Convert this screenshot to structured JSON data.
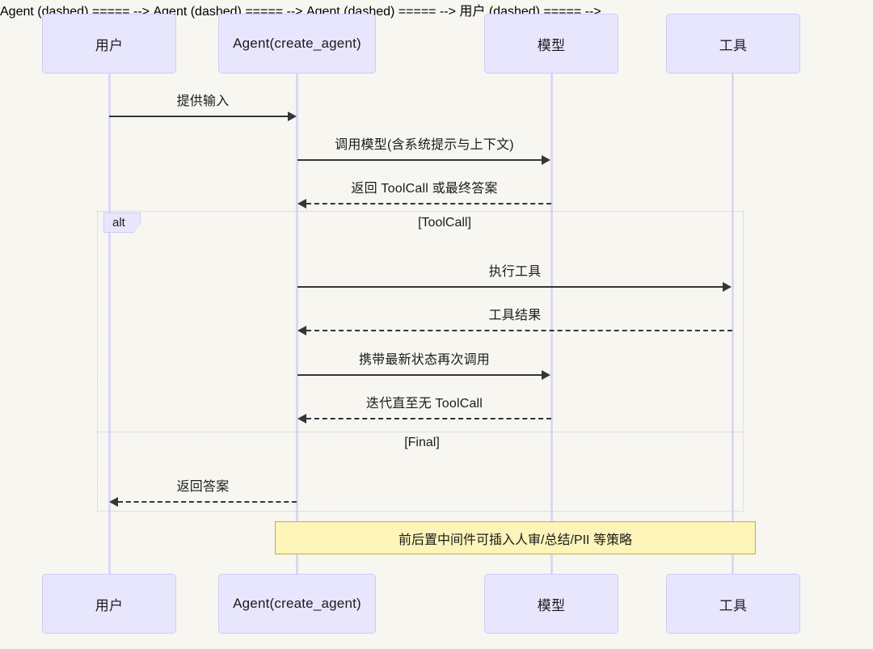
{
  "diagram": {
    "type": "sequence-diagram",
    "background_color": "#f7f6f1",
    "participant_fill": "#e8e6fd",
    "participant_border": "#cfc9f7",
    "lifeline_color": "#ddd6f7",
    "arrow_color": "#36343a",
    "fragment_border": "#c9c2f0",
    "note_fill": "#fcf4b8",
    "note_border": "#b8b443"
  },
  "participants": [
    {
      "id": "user",
      "label": "用户"
    },
    {
      "id": "agent",
      "label": "Agent(create_agent)"
    },
    {
      "id": "model",
      "label": "模型"
    },
    {
      "id": "tool",
      "label": "工具"
    }
  ],
  "messages": [
    {
      "id": "m1",
      "label": "提供输入",
      "from": "user",
      "to": "model_none",
      "style": "solid"
    },
    {
      "id": "m2",
      "label": "调用模型(含系统提示与上下文)",
      "from": "agent",
      "to": "model",
      "style": "solid"
    },
    {
      "id": "m3",
      "label": "返回 ToolCall 或最终答案",
      "from": "model",
      "to": "agent",
      "style": "dashed"
    },
    {
      "id": "m4",
      "label": "执行工具",
      "from": "agent",
      "to": "tool",
      "style": "solid"
    },
    {
      "id": "m5",
      "label": "工具结果",
      "from": "tool",
      "to": "agent",
      "style": "dashed"
    },
    {
      "id": "m6",
      "label": "携带最新状态再次调用",
      "from": "agent",
      "to": "model",
      "style": "solid"
    },
    {
      "id": "m7",
      "label": "迭代直至无 ToolCall",
      "from": "model",
      "to": "agent",
      "style": "dashed"
    },
    {
      "id": "m8",
      "label": "返回答案",
      "from": "agent",
      "to": "user",
      "style": "dashed"
    }
  ],
  "fragment": {
    "operator": "alt",
    "conditions": [
      {
        "id": "c1",
        "label": "[ToolCall]"
      },
      {
        "id": "c2",
        "label": "[Final]"
      }
    ]
  },
  "note": {
    "text": "前后置中间件可插入人审/总结/PII 等策略"
  }
}
